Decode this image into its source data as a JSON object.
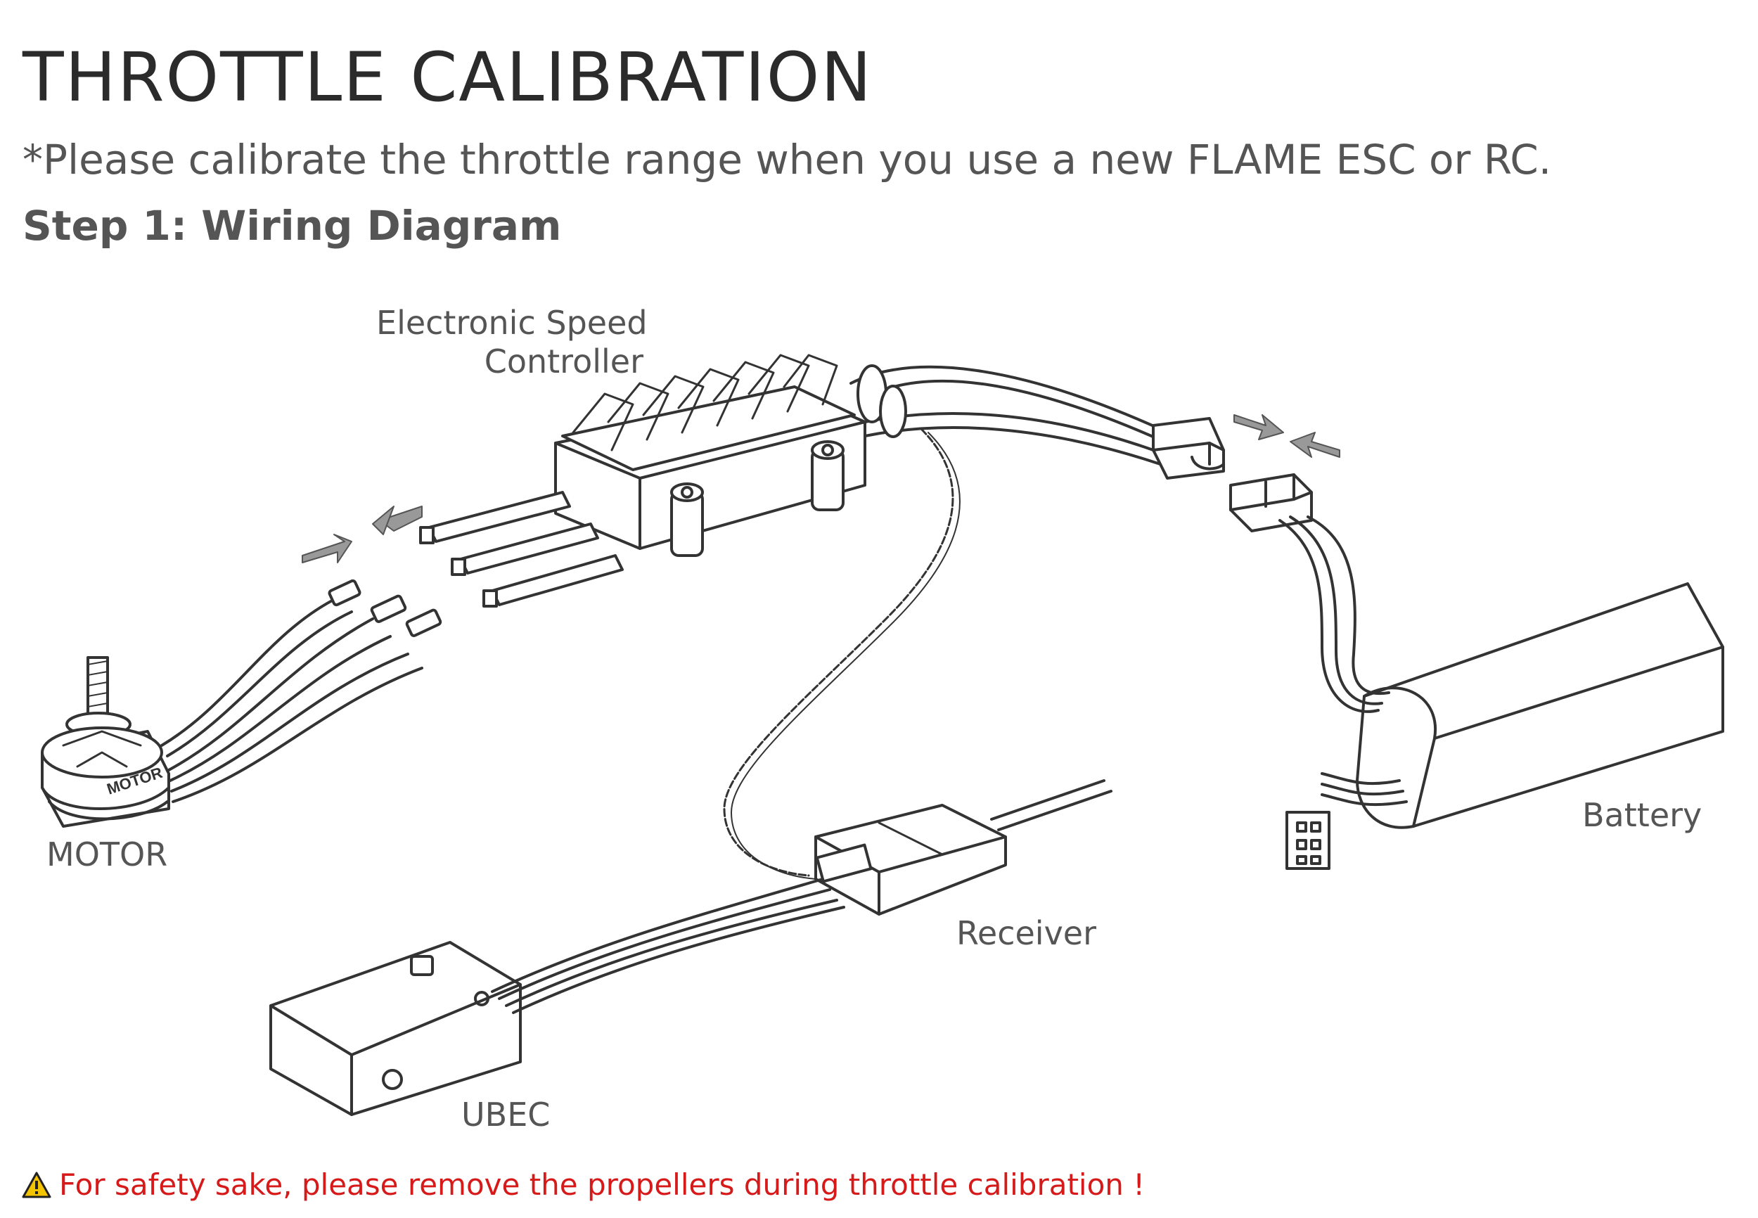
{
  "header": {
    "title": "THROTTLE CALIBRATION",
    "subtitle": "*Please calibrate the throttle range when you use a new FLAME ESC or RC.",
    "step": "Step 1: Wiring Diagram"
  },
  "labels": {
    "esc_line1": "Electronic Speed",
    "esc_line2": "Controller",
    "motor": "MOTOR",
    "motor_stamp": "MOTOR",
    "receiver": "Receiver",
    "battery": "Battery",
    "ubec": "UBEC"
  },
  "warning": {
    "icon": "warning-triangle-icon",
    "text": "For safety sake, please remove the propellers during throttle calibration !"
  },
  "colors": {
    "warning": "#d61a1a",
    "line": "#333333",
    "arrow": "#999999"
  }
}
